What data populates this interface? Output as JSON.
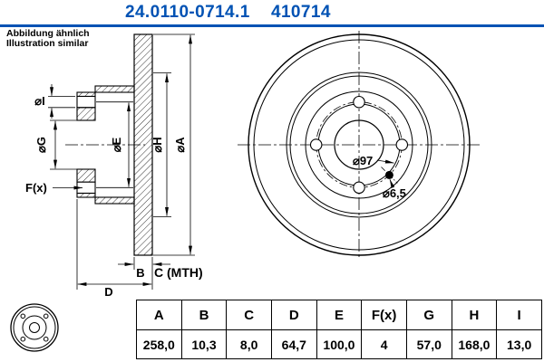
{
  "header": {
    "part_number": "24.0110-0714.1",
    "reference_number": "410714",
    "note_line1": "Abbildung ähnlich",
    "note_line2": "Illustration similar",
    "accent_color": "#0052b4"
  },
  "drawing": {
    "labels": {
      "dia_i": "⌀I",
      "dia_g": "⌀G",
      "dia_e": "⌀E",
      "dia_h": "⌀H",
      "dia_a": "⌀A",
      "f_x": "F(x)",
      "b": "B",
      "c_mth": "C (MTH)",
      "d": "D",
      "center_bore": "⌀97",
      "pin_hole": "⌀6,5"
    }
  },
  "table": {
    "headers": [
      "A",
      "B",
      "C",
      "D",
      "E",
      "F(x)",
      "G",
      "H",
      "I"
    ],
    "values": [
      "258,0",
      "10,3",
      "8,0",
      "64,7",
      "100,0",
      "4",
      "57,0",
      "168,0",
      "13,0"
    ]
  }
}
